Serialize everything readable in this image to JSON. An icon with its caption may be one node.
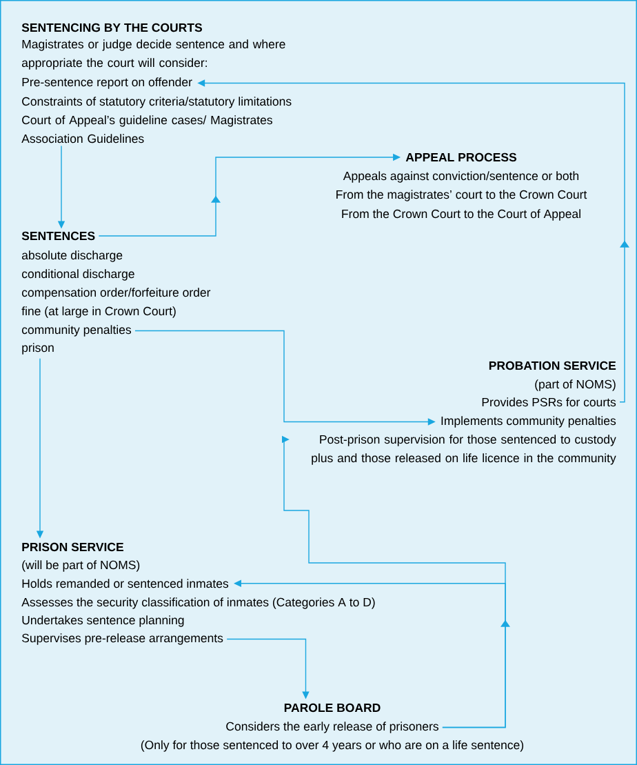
{
  "diagram": {
    "nodes": [
      {
        "text": [
          "SENTENCING BY THE COURTS",
          "Magistrates or judge decide sentence and where appropriate the court will consider:",
          "Pre-sentence report on offender",
          "Constraints of statutory criteria/statutory limitations",
          "Court of Appeal’s guideline cases/ Magistrates Association Guidelines"
        ]
      },
      {
        "text": [
          "SENTENCES",
          "absolute discharge",
          "conditional discharge",
          "compensation order/forfeiture order",
          "fine (at large in Crown Court)",
          "community penalties",
          "prison"
        ]
      },
      {
        "text": [
          "APPEAL PROCESS",
          "Appeals against conviction/sentence or both",
          "From the magistrates’ court to the Crown Court",
          "From the Crown Court to the Court of Appeal"
        ]
      },
      {
        "text": [
          "PROBATION SERVICE",
          "(part of NOMS)",
          "Provides PSRs for courts",
          "Implements community penalties",
          "Post-prison supervision for those sentenced to custody plus and those released on life licence in the community"
        ]
      },
      {
        "text": [
          "PRISON SERVICE",
          "(will be part of NOMS)",
          "Holds remanded or sentenced inmates",
          "Assesses the security classification of inmates (Categories A to D)",
          "Undertakes sentence planning",
          "Supervises pre-release arrangements"
        ]
      },
      {
        "text": [
          "PAROLE BOARD",
          "Considers the early release of prisoners",
          "(Only for those sentenced to over 4 years or who are on a life sentence)"
        ]
      }
    ],
    "edges": [
      {
        "from": 3,
        "to": 0,
        "arrow": "to"
      },
      {
        "from": 0,
        "to": 1,
        "arrow": "to"
      },
      {
        "from": 1,
        "to": 2,
        "arrow": "to"
      },
      {
        "from": 1,
        "to": 3,
        "arrow": "to"
      },
      {
        "from": 1,
        "to": 4,
        "arrow": "to"
      },
      {
        "from": 4,
        "to": 5,
        "arrow": "to"
      },
      {
        "from": 5,
        "to": 4,
        "arrow": "to"
      },
      {
        "from": 5,
        "to": 3,
        "arrow": "to"
      }
    ]
  }
}
